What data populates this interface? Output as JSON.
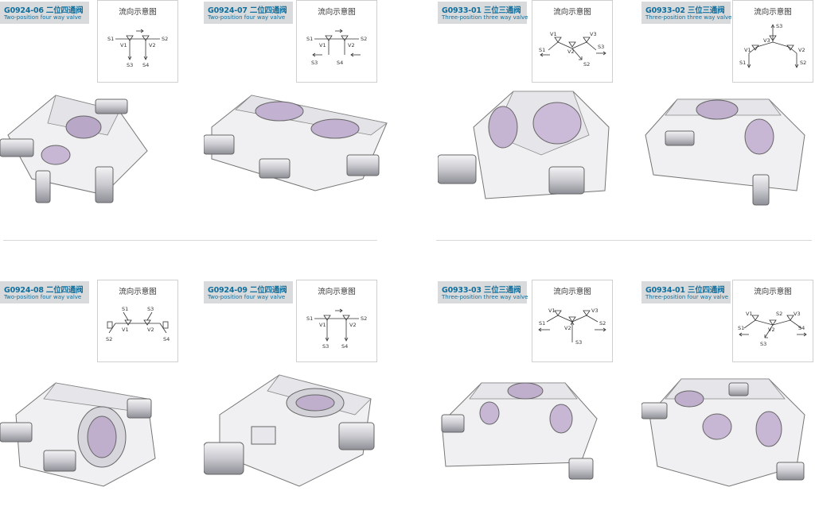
{
  "products": [
    {
      "code": "G0924-06 二位四通阀",
      "desc": "Two-position four way valve",
      "diagram_title": "流向示意图",
      "ports": [
        "S1",
        "S2",
        "V1",
        "V2",
        "S3",
        "S4"
      ]
    },
    {
      "code": "G0924-07 二位四通阀",
      "desc": "Two-position four way valve",
      "diagram_title": "流向示意图",
      "ports": [
        "S1",
        "S2",
        "V1",
        "V2",
        "S3",
        "S4"
      ]
    },
    {
      "code": "G0933-01 三位三通阀",
      "desc": "Three-position three way valve",
      "diagram_title": "流向示意图",
      "ports": [
        "V1",
        "V2",
        "V3",
        "S1",
        "S2",
        "S3"
      ]
    },
    {
      "code": "G0933-02 三位三通阀",
      "desc": "Three-position three way valve",
      "diagram_title": "流向示意图",
      "ports": [
        "S3",
        "V3",
        "V1",
        "V2",
        "S1",
        "S2"
      ]
    },
    {
      "code": "G0924-08 二位四通阀",
      "desc": "Two-position four way valve",
      "diagram_title": "流向示意图",
      "ports": [
        "S1",
        "S3",
        "V1",
        "V2",
        "S2",
        "S4"
      ]
    },
    {
      "code": "G0924-09 二位四通阀",
      "desc": "Two-position four way valve",
      "diagram_title": "流向示意图",
      "ports": [
        "S1",
        "S2",
        "V1",
        "V2",
        "S3",
        "S4"
      ]
    },
    {
      "code": "G0933-03 三位三通阀",
      "desc": "Three-position three way valve",
      "diagram_title": "流向示意图",
      "ports": [
        "V1",
        "V2",
        "V3",
        "S1",
        "S2",
        "S3"
      ]
    },
    {
      "code": "G0934-01 三位四通阀",
      "desc": "Three-position four way valve",
      "diagram_title": "流向示意图",
      "ports": [
        "V1",
        "V2",
        "V3",
        "S1",
        "S2",
        "S3",
        "S4"
      ]
    }
  ]
}
